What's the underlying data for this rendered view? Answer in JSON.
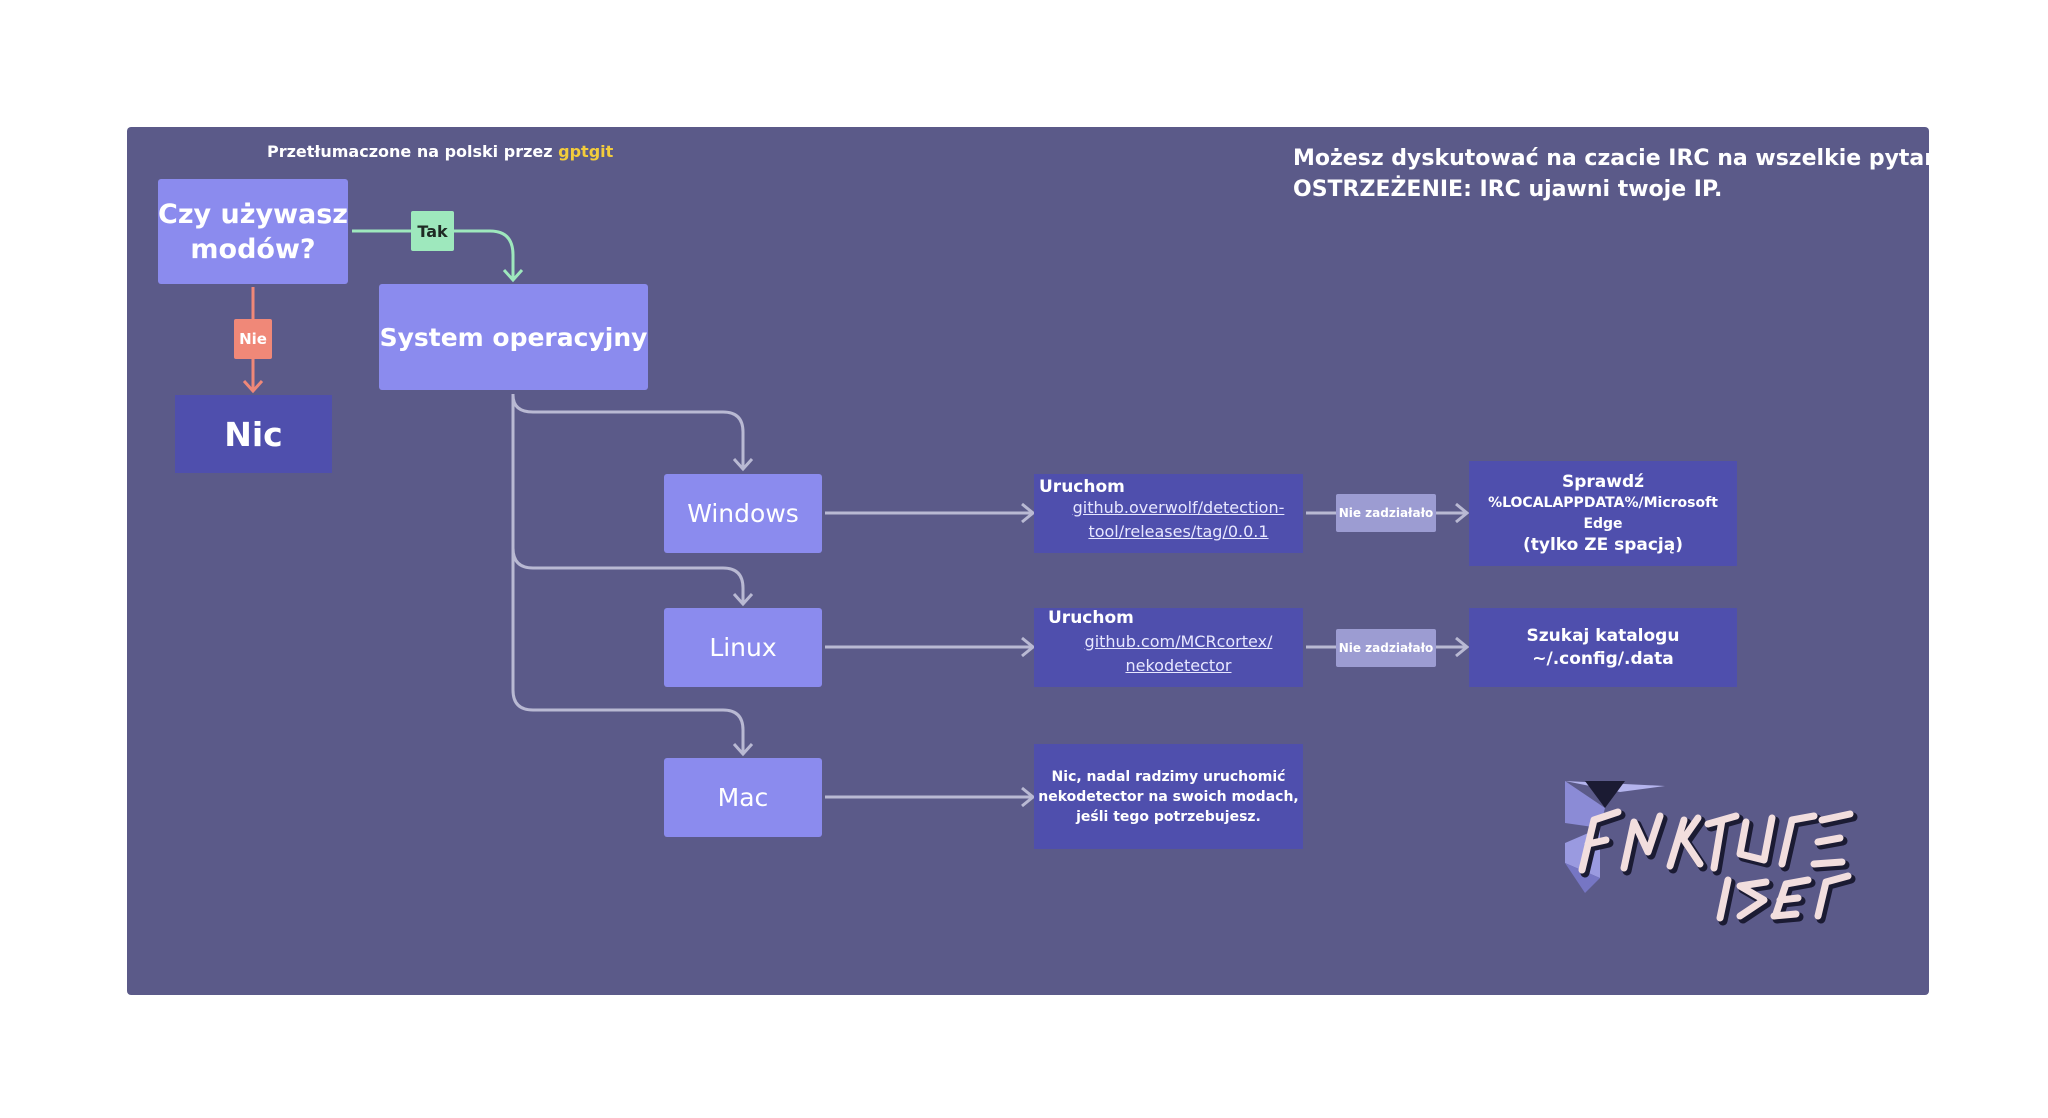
{
  "translation_note": {
    "text": "Przetłumaczone na polski przez",
    "author": "gptgit"
  },
  "irc_notice": {
    "line1": "Możesz dyskutować na czacie IRC na wszelkie pytania",
    "line2": "OSTRZEŻENIE: IRC ujawni twoje IP."
  },
  "question": {
    "line1": "Czy używasz",
    "line2": "modów?"
  },
  "yes_label": "Tak",
  "no_label": "Nie",
  "no_result": "Nic",
  "os_node": "System operacyjny",
  "os_options": {
    "windows": "Windows",
    "linux": "Linux",
    "mac": "Mac"
  },
  "windows_step": {
    "title": "Uruchom",
    "link_line1": "github.overwolf/detection-",
    "link_line2": "tool/releases/tag/0.0.1",
    "fail_label": "Nie zadziałało",
    "fallback_line1": "Sprawdź",
    "fallback_line2": "%LOCALAPPDATA%/Microsoft Edge",
    "fallback_line3": "(tylko ZE spacją)"
  },
  "linux_step": {
    "title": "Uruchom",
    "link_line1": "github.com/MCRcortex/",
    "link_line2": "nekodetector",
    "fail_label": "Nie zadziałało",
    "fallback_line1": "Szukaj katalogu",
    "fallback_line2": "~/.config/.data"
  },
  "mac_step": {
    "line1": "Nic, nadal radzimy uruchomić",
    "line2": "nekodetector na swoich modach,",
    "line3": "jeśli tego potrzebujesz."
  },
  "logo": {
    "line1": "FRACTURE",
    "line2": "ISER"
  },
  "colors": {
    "panel": "#5b5a89",
    "light_node": "#8b8bee",
    "dark_node": "#4f4fad",
    "yes": "#9ee8bd",
    "no": "#f08878",
    "accent": "#f3cc3c",
    "arrow": "#b9b9d3"
  }
}
